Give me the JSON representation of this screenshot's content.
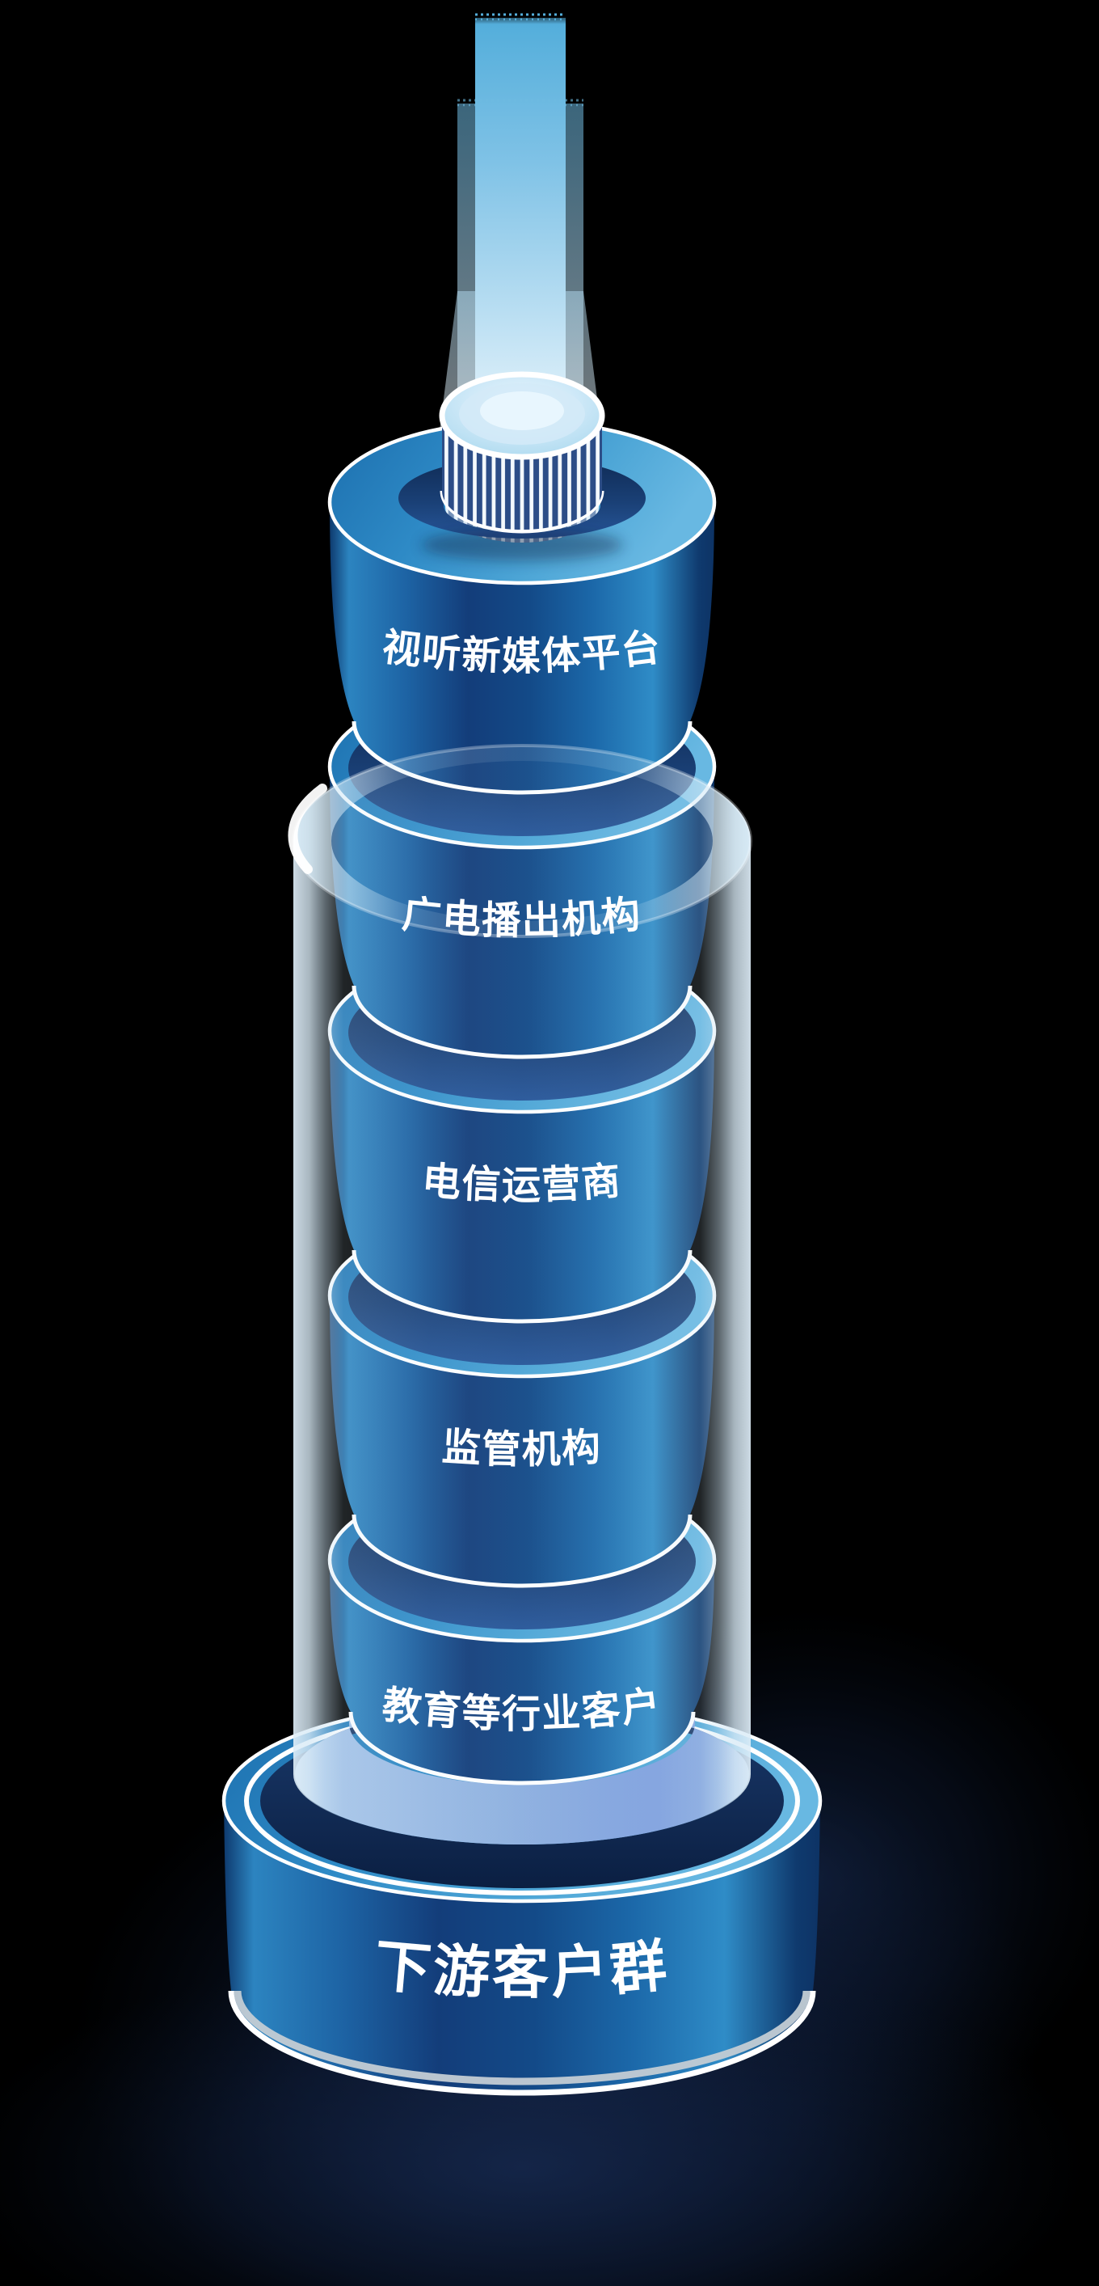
{
  "diagram_type": "stacked-cylinder-tower",
  "tower": {
    "segments": [
      {
        "label": "视听新媒体平台"
      },
      {
        "label": "广电播出机构"
      },
      {
        "label": "电信运营商"
      },
      {
        "label": "监管机构"
      },
      {
        "label": "教育等行业客户"
      }
    ],
    "base": {
      "label": "下游客户群"
    },
    "colors": {
      "background": "#000000",
      "cylinder_blue": "#1b67a8",
      "cylinder_dark": "#0d3365",
      "top_ring_blue": "#54aad8",
      "stripe_navy": "#2c4d87",
      "recess_navy": "#14365f",
      "beam_blue": "#54aedb",
      "glass_tint": "#cfe3ef",
      "rim_periwinkle": "#7d9ede",
      "label_color": "#ffffff"
    }
  }
}
